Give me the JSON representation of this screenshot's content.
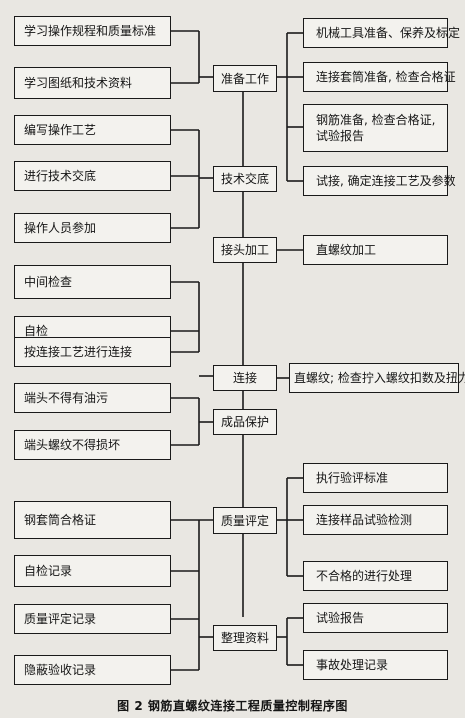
{
  "left_items": {
    "l1": "学习操作规程和质量标准",
    "l2": "学习图纸和技术资料",
    "l3": "编写操作工艺",
    "l4": "进行技术交底",
    "l5": "操作人员参加",
    "l6": "中间检查",
    "l7": "自检",
    "l8": "按连接工艺进行连接",
    "l9": "端头不得有油污",
    "l10": "端头螺纹不得损坏",
    "l11": "钢套筒合格证",
    "l12": "自检记录",
    "l13": "质量评定记录",
    "l14": "隐蔽验收记录"
  },
  "process_steps": {
    "p1": "准备工作",
    "p2": "技术交底",
    "p3": "接头加工",
    "p4": "连接",
    "p5": "成品保护",
    "p6": "质量评定",
    "p7": "整理资料"
  },
  "right_items": {
    "r1": "机械工具准备、保养及标定",
    "r2": "连接套筒准备, 检查合格证",
    "r3": "钢筋准备, 检查合格证, 试验报告",
    "r4": "试接, 确定连接工艺及参数",
    "r5": "直螺纹加工",
    "r6": "直螺纹; 检查拧入螺纹扣数及扭力",
    "r7": "执行验评标准",
    "r8": "连接样品试验检测",
    "r9": "不合格的进行处理",
    "r10": "试验报告",
    "r11": "事故处理记录"
  },
  "caption": "图 2   钢筋直螺纹连接工程质量控制程序图"
}
